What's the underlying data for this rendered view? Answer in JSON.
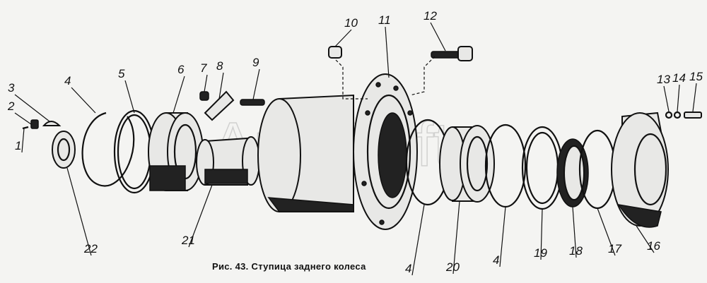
{
  "figure": {
    "caption": "Рис. 43. Ступица заднего колеса",
    "watermark": "AutoSoft",
    "part_labels": [
      "1",
      "2",
      "3",
      "4",
      "5",
      "6",
      "7",
      "8",
      "9",
      "10",
      "11",
      "12",
      "13",
      "14",
      "15",
      "16",
      "17",
      "18",
      "19",
      "20",
      "4",
      "4",
      "21",
      "22"
    ]
  }
}
